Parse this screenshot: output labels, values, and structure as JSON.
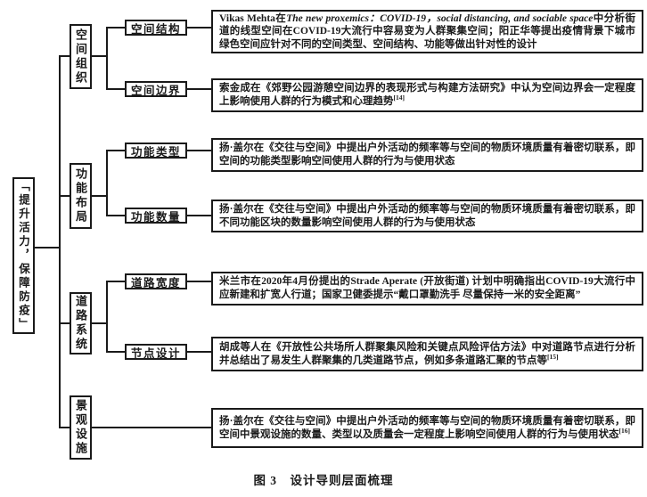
{
  "figure": {
    "root_label": "「提升活力，保障防疫」",
    "caption": "图 3　设计导则层面梳理"
  },
  "colors": {
    "ink": "#1a1a1a",
    "paper": "#ffffff"
  },
  "branches": [
    {
      "label": "空间组织",
      "children": [
        {
          "label": "空间结构",
          "segments": [
            {
              "t": "Vikas Mehta在"
            },
            {
              "t": "The new proxemics：COVID-19，social distancing, and sociable space",
              "em": true
            },
            {
              "t": "中分析街道的线型空间在COVID-19大流行中容易变为人群聚集空间；阳正华等提出疫情背景下城市绿色空间应针对不同的空间类型、空间结构、功能等做出针对性的设计"
            }
          ]
        },
        {
          "label": "空间边界",
          "segments": [
            {
              "t": "索金成在《郊野公园游憩空间边界的表现形式与构建方法研究》中认为空间边界会一定程度上影响使用人群的行为模式和心理趋势"
            },
            {
              "t": "[14]",
              "sup": true
            }
          ]
        }
      ]
    },
    {
      "label": "功能布局",
      "children": [
        {
          "label": "功能类型",
          "segments": [
            {
              "t": "扬·盖尔在《交往与空间》中提出户外活动的频率等与空间的物质环境质量有着密切联系，即空间的功能类型影响空间使用人群的行为与使用状态"
            }
          ]
        },
        {
          "label": "功能数量",
          "segments": [
            {
              "t": "扬·盖尔在《交往与空间》中提出户外活动的频率等与空间的物质环境质量有着密切联系，即不同功能区块的数量影响空间使用人群的行为与使用状态"
            }
          ]
        }
      ]
    },
    {
      "label": "道路系统",
      "children": [
        {
          "label": "道路宽度",
          "segments": [
            {
              "t": "米兰市在2020年4月份提出的Strade Aperate (开放街道) 计划中明确指出COVID-19大流行中应新建和扩宽人行道；国家卫健委提示“戴口罩勤洗手 尽量保持一米的安全距离”"
            }
          ]
        },
        {
          "label": "节点设计",
          "segments": [
            {
              "t": "胡成等人在《开放性公共场所人群聚集风险和关键点风险评估方法》中对道路节点进行分析并总结出了易发生人群聚集的几类道路节点，例如多条道路汇聚的节点等"
            },
            {
              "t": "[15]",
              "sup": true
            }
          ]
        }
      ]
    },
    {
      "label": "景观设施",
      "direct_text": {
        "segments": [
          {
            "t": "扬·盖尔在《交往与空间》中提出户外活动的频率等与空间的物质环境质量有着密切联系，即空间中景观设施的数量、类型以及质量会一定程度上影响空间使用人群的行为与使用状态"
          },
          {
            "t": "[16]",
            "sup": true
          }
        ]
      }
    }
  ]
}
